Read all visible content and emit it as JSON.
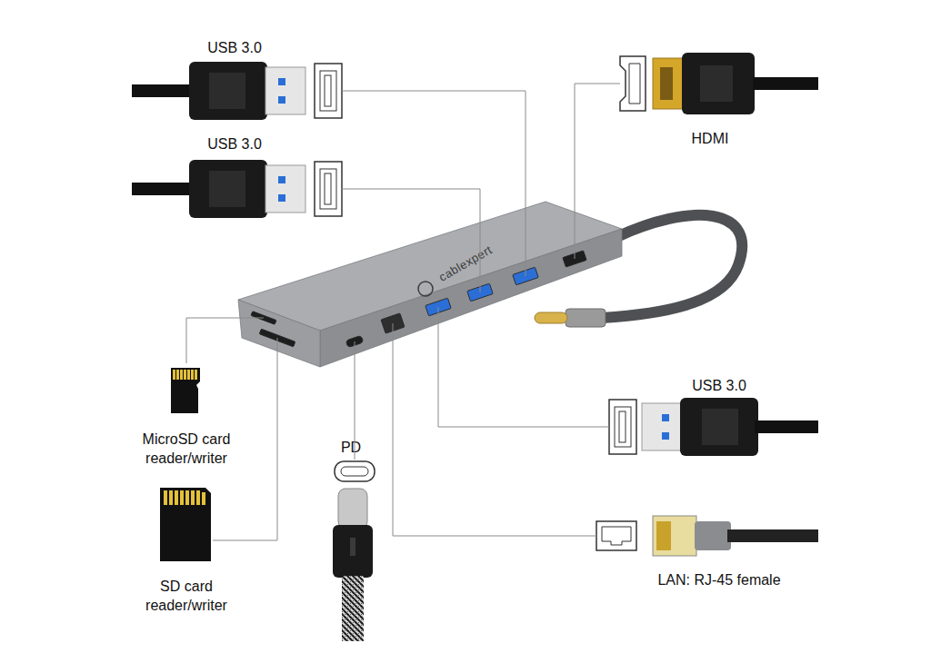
{
  "diagram": {
    "nodes": [
      {
        "text": [
          "cablexpert"
        ]
      }
    ],
    "labels": [
      "USB 3.0",
      "USB 3.0",
      "HDMI",
      "USB 3.0",
      "MicroSD card reader/writer",
      "PD",
      "SD card reader/writer",
      "LAN: RJ-45 female"
    ]
  }
}
